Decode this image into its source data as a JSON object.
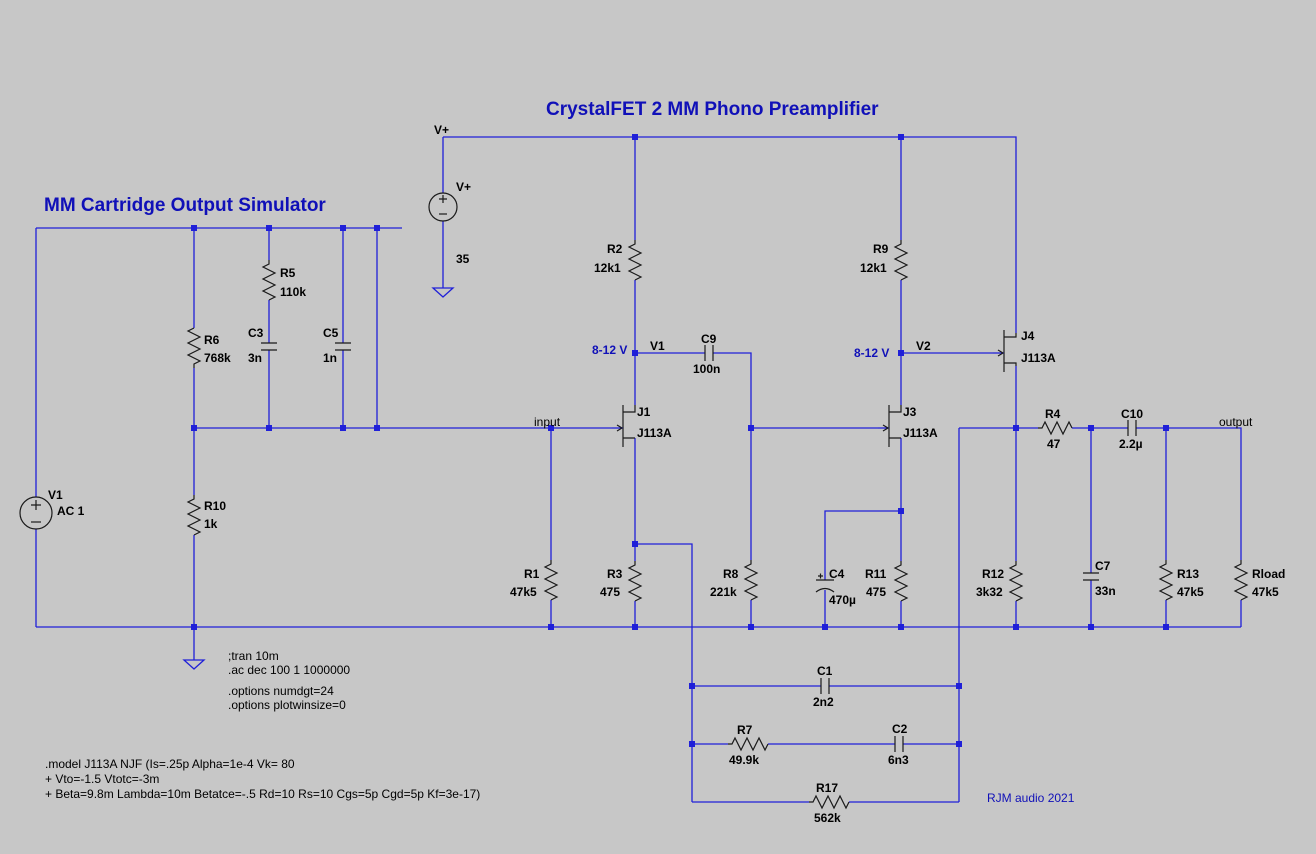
{
  "titles": {
    "preamp": "CrystalFET 2 MM Phono Preamplifier",
    "simulator": "MM Cartridge Output Simulator"
  },
  "supply": {
    "rail": "V+",
    "source_name": "V+",
    "source_value": "35"
  },
  "source_v1": {
    "name": "V1",
    "value": "AC 1"
  },
  "resistors": {
    "r1": {
      "name": "R1",
      "value": "47k5"
    },
    "r2": {
      "name": "R2",
      "value": "12k1"
    },
    "r3": {
      "name": "R3",
      "value": "475"
    },
    "r4": {
      "name": "R4",
      "value": "47"
    },
    "r5": {
      "name": "R5",
      "value": "110k"
    },
    "r6": {
      "name": "R6",
      "value": "768k"
    },
    "r7": {
      "name": "R7",
      "value": "49.9k"
    },
    "r8": {
      "name": "R8",
      "value": "221k"
    },
    "r9": {
      "name": "R9",
      "value": "12k1"
    },
    "r10": {
      "name": "R10",
      "value": "1k"
    },
    "r11": {
      "name": "R11",
      "value": "475"
    },
    "r12": {
      "name": "R12",
      "value": "3k32"
    },
    "r13": {
      "name": "R13",
      "value": "47k5"
    },
    "r17": {
      "name": "R17",
      "value": "562k"
    },
    "rload": {
      "name": "Rload",
      "value": "47k5"
    }
  },
  "capacitors": {
    "c1": {
      "name": "C1",
      "value": "2n2"
    },
    "c2": {
      "name": "C2",
      "value": "6n3"
    },
    "c3": {
      "name": "C3",
      "value": "3n"
    },
    "c4": {
      "name": "C4",
      "value": "470µ"
    },
    "c5": {
      "name": "C5",
      "value": "1n"
    },
    "c7": {
      "name": "C7",
      "value": "33n"
    },
    "c9": {
      "name": "C9",
      "value": "100n"
    },
    "c10": {
      "name": "C10",
      "value": "2.2µ"
    }
  },
  "jfets": {
    "j1": {
      "name": "J1",
      "model": "J113A"
    },
    "j3": {
      "name": "J3",
      "model": "J113A"
    },
    "j4": {
      "name": "J4",
      "model": "J113A"
    }
  },
  "nets": {
    "input": "input",
    "output": "output",
    "v1": "V1",
    "v2": "V2"
  },
  "annotations": {
    "v1_range": "8-12 V",
    "v2_range": "8-12 V"
  },
  "directives": [
    ";tran 10m",
    ".ac dec 100 1 1000000",
    ".options numdgt=24",
    ".options plotwinsize=0"
  ],
  "model": [
    ".model J113A NJF (Is=.25p Alpha=1e-4 Vk= 80",
    "+ Vto=-1.5 Vtotc=-3m",
    "+ Beta=9.8m Lambda=10m Betatce=-.5 Rd=10 Rs=10 Cgs=5p Cgd=5p Kf=3e-17)"
  ],
  "credit": "RJM audio 2021",
  "colors": {
    "background": "#c7c7c7",
    "wire": "#2020d8",
    "title": "#1010b8",
    "symbol": "#1a1a1a"
  }
}
